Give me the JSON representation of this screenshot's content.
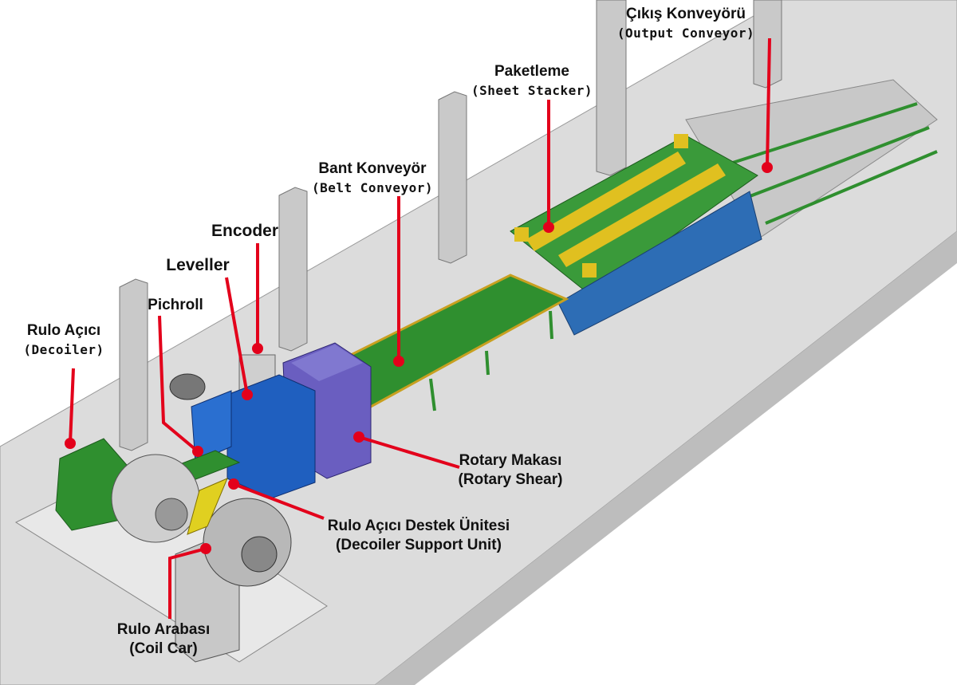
{
  "title": "Coil processing line layout",
  "labels": {
    "output_conveyor": {
      "tr": "Çıkış Konveyörü",
      "en": "(Output Conveyor)"
    },
    "sheet_stacker": {
      "tr": "Paketleme",
      "en": "(Sheet Stacker)"
    },
    "belt_conveyor": {
      "tr": "Bant Konveyör",
      "en": "(Belt Conveyor)"
    },
    "encoder": {
      "tr": "Encoder"
    },
    "leveller": {
      "tr": "Leveller"
    },
    "pichroll": {
      "tr": "Pichroll"
    },
    "decoiler": {
      "tr": "Rulo Açıcı",
      "en": "(Decoiler)"
    },
    "rotary_shear": {
      "tr": "Rotary Makası",
      "en": "(Rotary Shear)"
    },
    "decoiler_support": {
      "tr": "Rulo Açıcı Destek Ünitesi",
      "en": "(Decoiler Support Unit)"
    },
    "coil_car": {
      "tr": "Rulo Arabası",
      "en": "(Coil Car)"
    }
  },
  "colors": {
    "pointer": "#e3001b",
    "machine_green": "#2f8f2f",
    "machine_blue": "#1f5fbf",
    "floor": "#d9d9d9"
  }
}
